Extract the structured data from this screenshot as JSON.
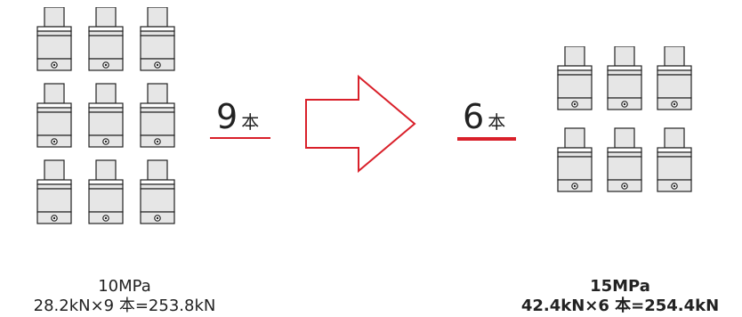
{
  "left": {
    "count_number": "9",
    "count_unit": "本",
    "pressure": "10MPa",
    "formula": "28.2kN×9 本=253.8kN"
  },
  "right": {
    "count_number": "6",
    "count_unit": "本",
    "pressure": "15MPa",
    "formula": "42.4kN×6 本=254.4kN"
  },
  "colors": {
    "accent": "#d9202a",
    "outline": "#222222",
    "fill": "#e6e6e6"
  },
  "left_grid": {
    "rows": 3,
    "cols": 3
  },
  "right_grid": {
    "rows": 2,
    "cols": 3
  }
}
